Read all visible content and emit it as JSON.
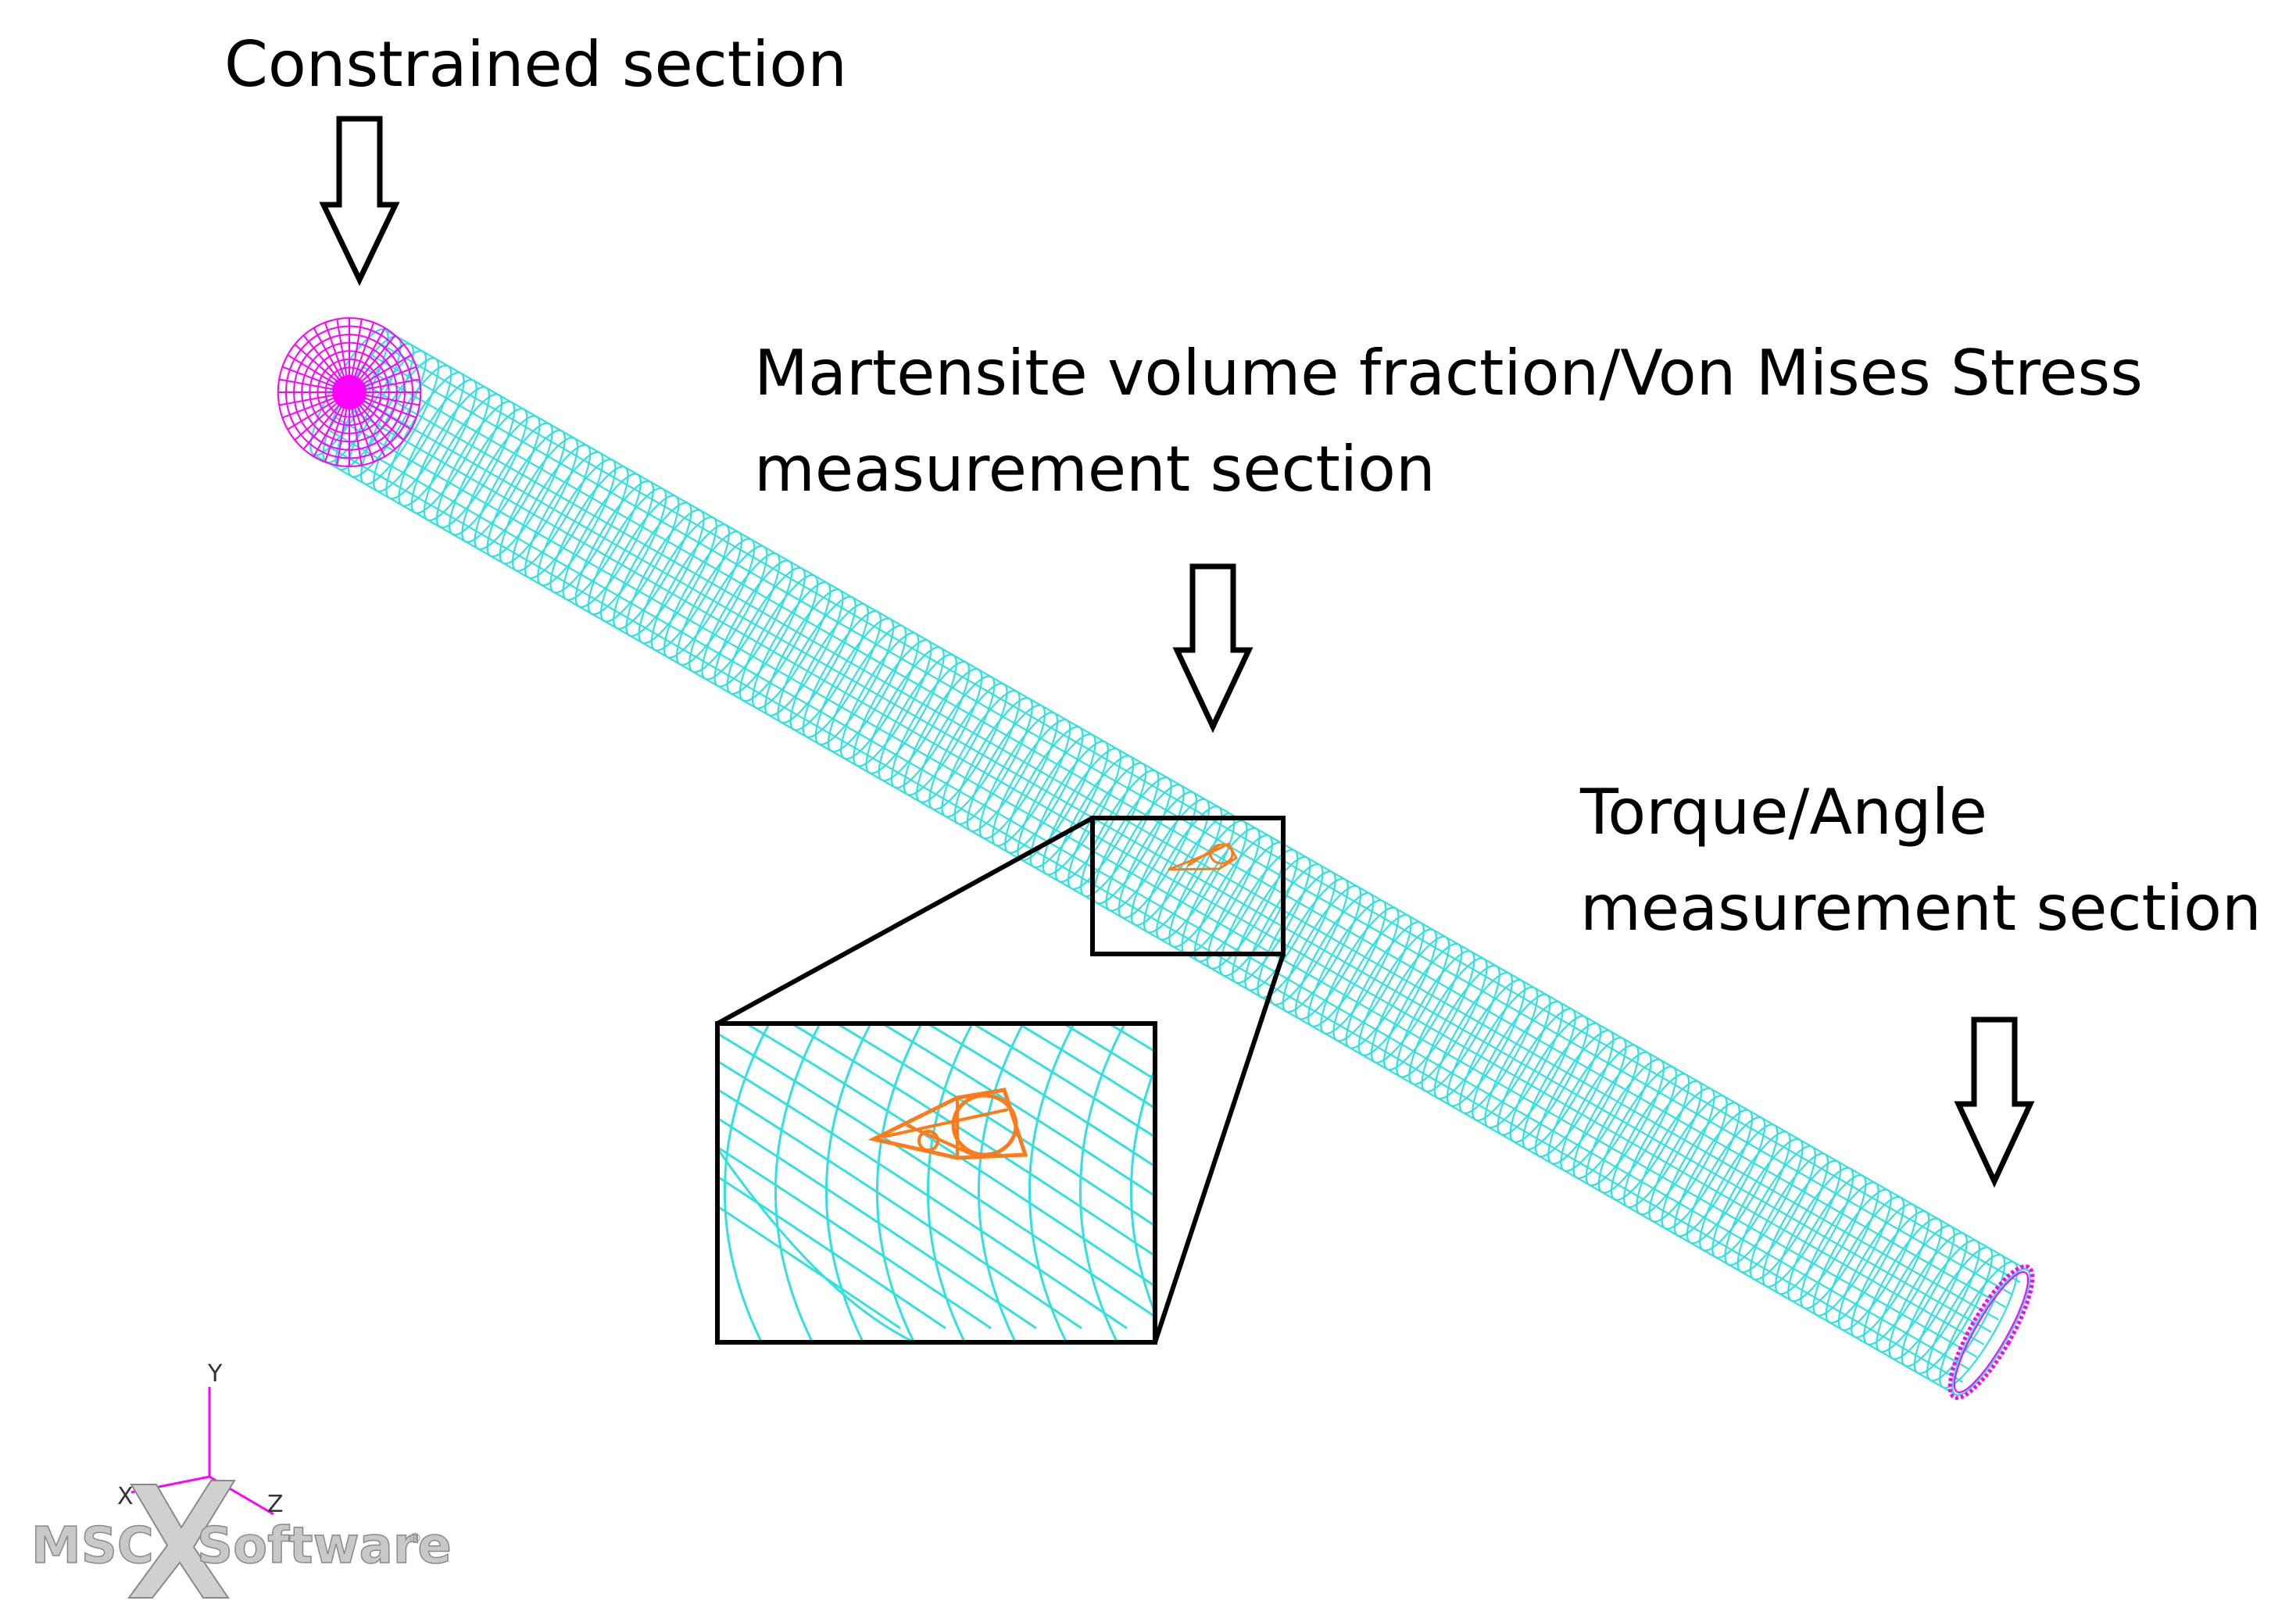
{
  "labels": {
    "constrained": "Constrained section",
    "martensite_line1": "Martensite volume fraction/Von Mises Stress",
    "martensite_line2": "measurement section",
    "torque_line1": "Torque/Angle",
    "torque_line2": "measurement section"
  },
  "axes": {
    "x": "X",
    "y": "Y",
    "z": "Z"
  },
  "logo": {
    "text_left": "MSC",
    "text_right": "Software",
    "mark": "®"
  },
  "colors": {
    "mesh": "#33e0e0",
    "constraint": "#ff00ff",
    "element": "#ff7a1a",
    "outline": "#000000",
    "logo": "#c8c8c8"
  },
  "icons": {
    "arrow": "hollow-down-arrow-icon",
    "axis": "coordinate-triad-icon",
    "logo": "msc-software-logo"
  }
}
